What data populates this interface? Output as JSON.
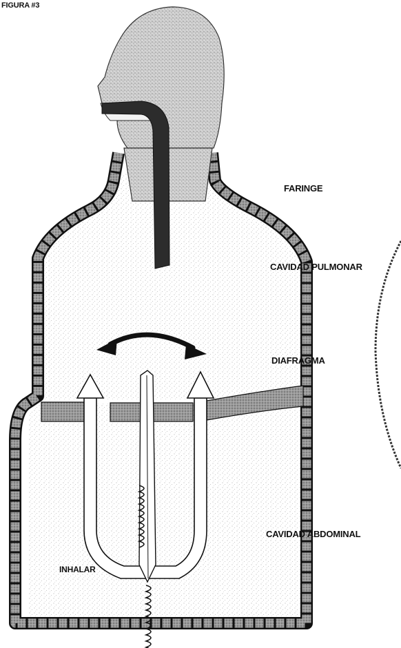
{
  "figure": {
    "title": "FIGURA #3"
  },
  "labels": {
    "faringe": "FARINGE",
    "cavidad_pulmonar": "CAVIDAD PULMONAR",
    "diafragma": "DIAFRAGMA",
    "cavidad_abdominal": "CAVIDAD ABDOMINAL",
    "inhalar": "INHALAR"
  },
  "colors": {
    "outline": "#111111",
    "stipple": "#9a9a9a",
    "head_fill": "#bdbdbd",
    "wall_fill": "#8f8f8f",
    "tube_fill": "#2c2c2c",
    "arrow_fill": "#ffffff",
    "background": "#ffffff"
  }
}
